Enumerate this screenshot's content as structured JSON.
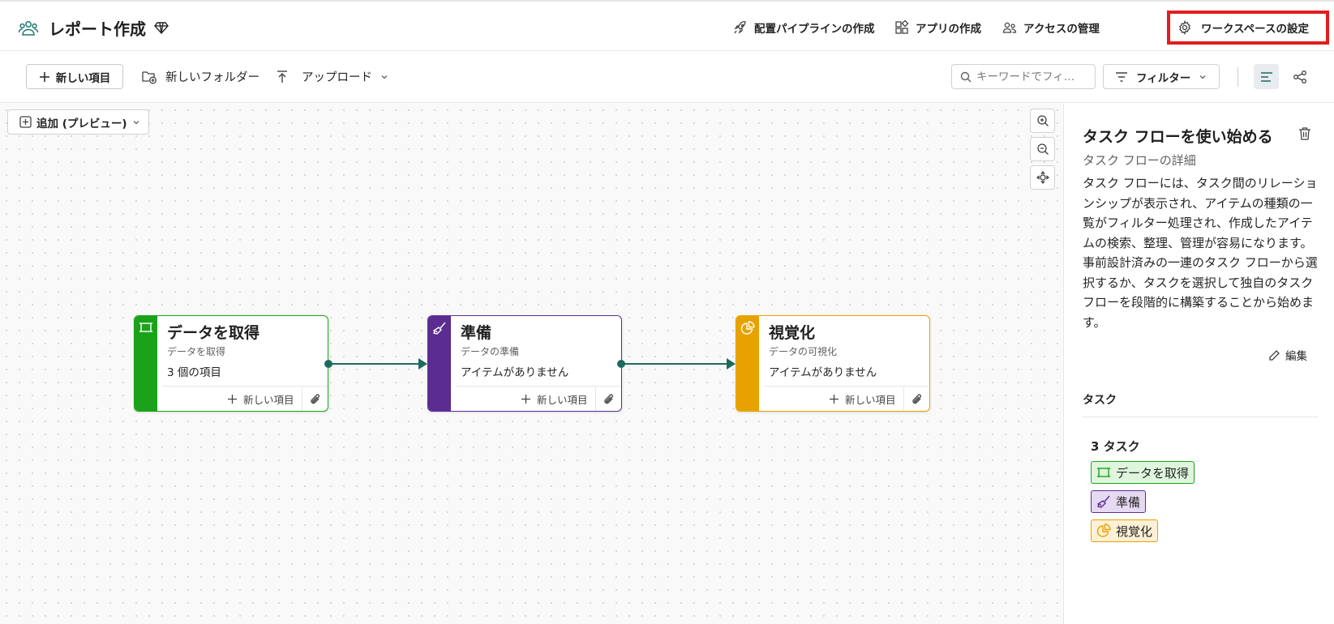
{
  "header": {
    "workspace_title": "レポート作成",
    "actions": {
      "pipeline": "配置パイプラインの作成",
      "app": "アプリの作成",
      "access": "アクセスの管理",
      "settings": "ワークスペースの設定"
    }
  },
  "toolbar": {
    "new_item": "新しい項目",
    "new_folder": "新しいフォルダー",
    "upload": "アップロード",
    "search_placeholder": "キーワードでフィ…",
    "filter": "フィルター"
  },
  "canvas": {
    "add_preview": "追加 (プレビュー)",
    "cards": [
      {
        "title": "データを取得",
        "subtitle": "データを取得",
        "count": "3 個の項目",
        "new_item": "新しい項目",
        "color": "#1aa31a",
        "icon": "data-source-icon"
      },
      {
        "title": "準備",
        "subtitle": "データの準備",
        "count": "アイテムがありません",
        "new_item": "新しい項目",
        "color": "#5c2d91",
        "icon": "brush-icon"
      },
      {
        "title": "視覚化",
        "subtitle": "データの可視化",
        "count": "アイテムがありません",
        "new_item": "新しい項目",
        "color": "#e8a200",
        "icon": "pie-chart-icon"
      }
    ]
  },
  "panel": {
    "title": "タスク フローを使い始める",
    "subtitle": "タスク フローの詳細",
    "description": "タスク フローには、タスク間のリレーションシップが表示され、アイテムの種類の一覧がフィルター処理され、作成したアイテムの検索、整理、管理が容易になります。事前設計済みの一連のタスク フローから選択するか、タスクを選択して独自のタスク フローを段階的に構築することから始めます。",
    "edit": "編集",
    "section": "タスク",
    "task_count": "3 タスク",
    "tags": [
      {
        "label": "データを取得",
        "bg": "#dff6dd",
        "border": "#1aa31a"
      },
      {
        "label": "準備",
        "bg": "#e6d9f2",
        "border": "#5c2d91"
      },
      {
        "label": "視覚化",
        "bg": "#fdf0d5",
        "border": "#e8a200"
      }
    ]
  },
  "highlight_color": "#e21d1d"
}
